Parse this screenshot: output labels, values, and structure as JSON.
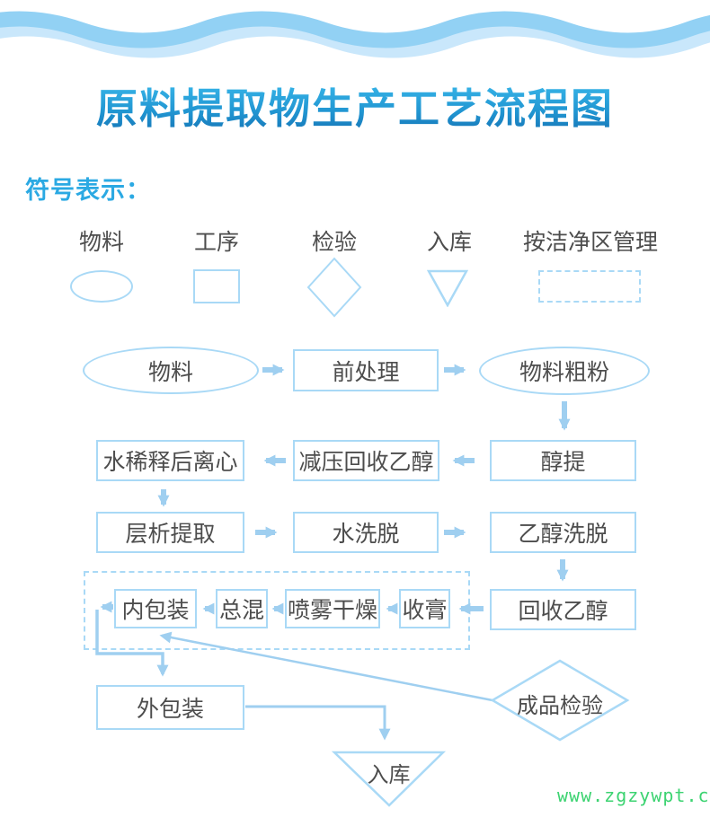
{
  "page": {
    "title": "原料提取物生产工艺流程图",
    "watermark": "www.zgzywpt.cn"
  },
  "legend": {
    "heading": "符号表示：",
    "items": [
      {
        "label": "物料",
        "shape": "ellipse"
      },
      {
        "label": "工序",
        "shape": "rectangle"
      },
      {
        "label": "检验",
        "shape": "diamond"
      },
      {
        "label": "入库",
        "shape": "triangle-down"
      },
      {
        "label": "按洁净区管理",
        "shape": "dashed-rectangle"
      }
    ]
  },
  "flow": {
    "nodes": {
      "material": "物料",
      "pretreatment": "前处理",
      "coarse_powder": "物料粗粉",
      "alcohol_extraction": "醇提",
      "vacuum_ethanol_recovery": "减压回收乙醇",
      "water_dilution_centrifuge": "水稀释后离心",
      "chromatography_extraction": "层析提取",
      "water_elution": "水洗脱",
      "ethanol_elution": "乙醇洗脱",
      "ethanol_recovery": "回收乙醇",
      "paste_collection": "收膏",
      "spray_drying": "喷雾干燥",
      "total_blending": "总混",
      "inner_packaging": "内包装",
      "outer_packaging": "外包装",
      "finished_product_inspection": "成品检验",
      "warehousing": "入库"
    }
  },
  "colors": {
    "title_gradient_top": "#3ab8ea",
    "title_gradient_bottom": "#1470b2",
    "legend_heading_blue": "#2ba9e3",
    "shape_stroke_blue": "#a9d9f6",
    "arrow_blue": "#9fcff0",
    "wave_dark_blue": "#92d1f4",
    "wave_light_blue": "#c9e7fb",
    "text_gray": "#4d4d4d",
    "watermark_green": "#3cd371"
  }
}
